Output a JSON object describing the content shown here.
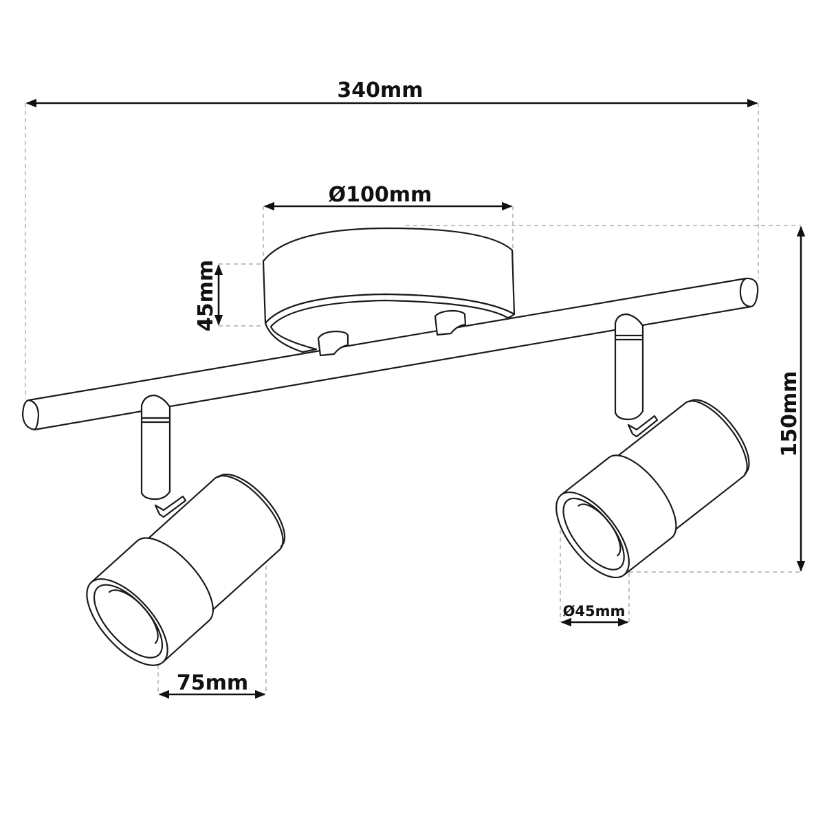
{
  "dimensions": {
    "overall_width": "340mm",
    "canopy_diameter": "Ø100mm",
    "canopy_height": "45mm",
    "overall_height": "150mm",
    "spot_diameter": "Ø45mm",
    "spot_length": "75mm"
  },
  "colors": {
    "line": "#1a1a1a",
    "guide": "#9a9a9a",
    "background": "#ffffff"
  }
}
